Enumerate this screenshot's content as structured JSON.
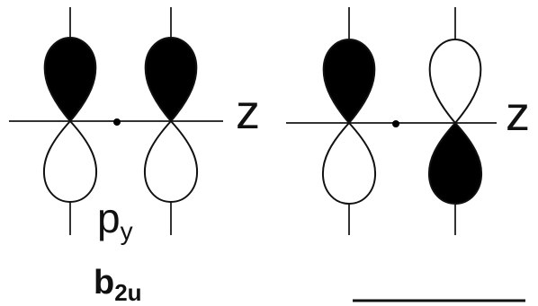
{
  "diagram": {
    "axis_label_left": "z",
    "axis_label_right": "z",
    "orbital_label": {
      "main": "p",
      "sub": "y"
    },
    "symmetry_label": {
      "main": "b",
      "sub": "2u"
    },
    "right_symmetry_label": ""
  },
  "colors": {
    "ink": "#111111",
    "fill_dark": "#000000",
    "fill_light": "#ffffff",
    "axis": "#333333"
  }
}
